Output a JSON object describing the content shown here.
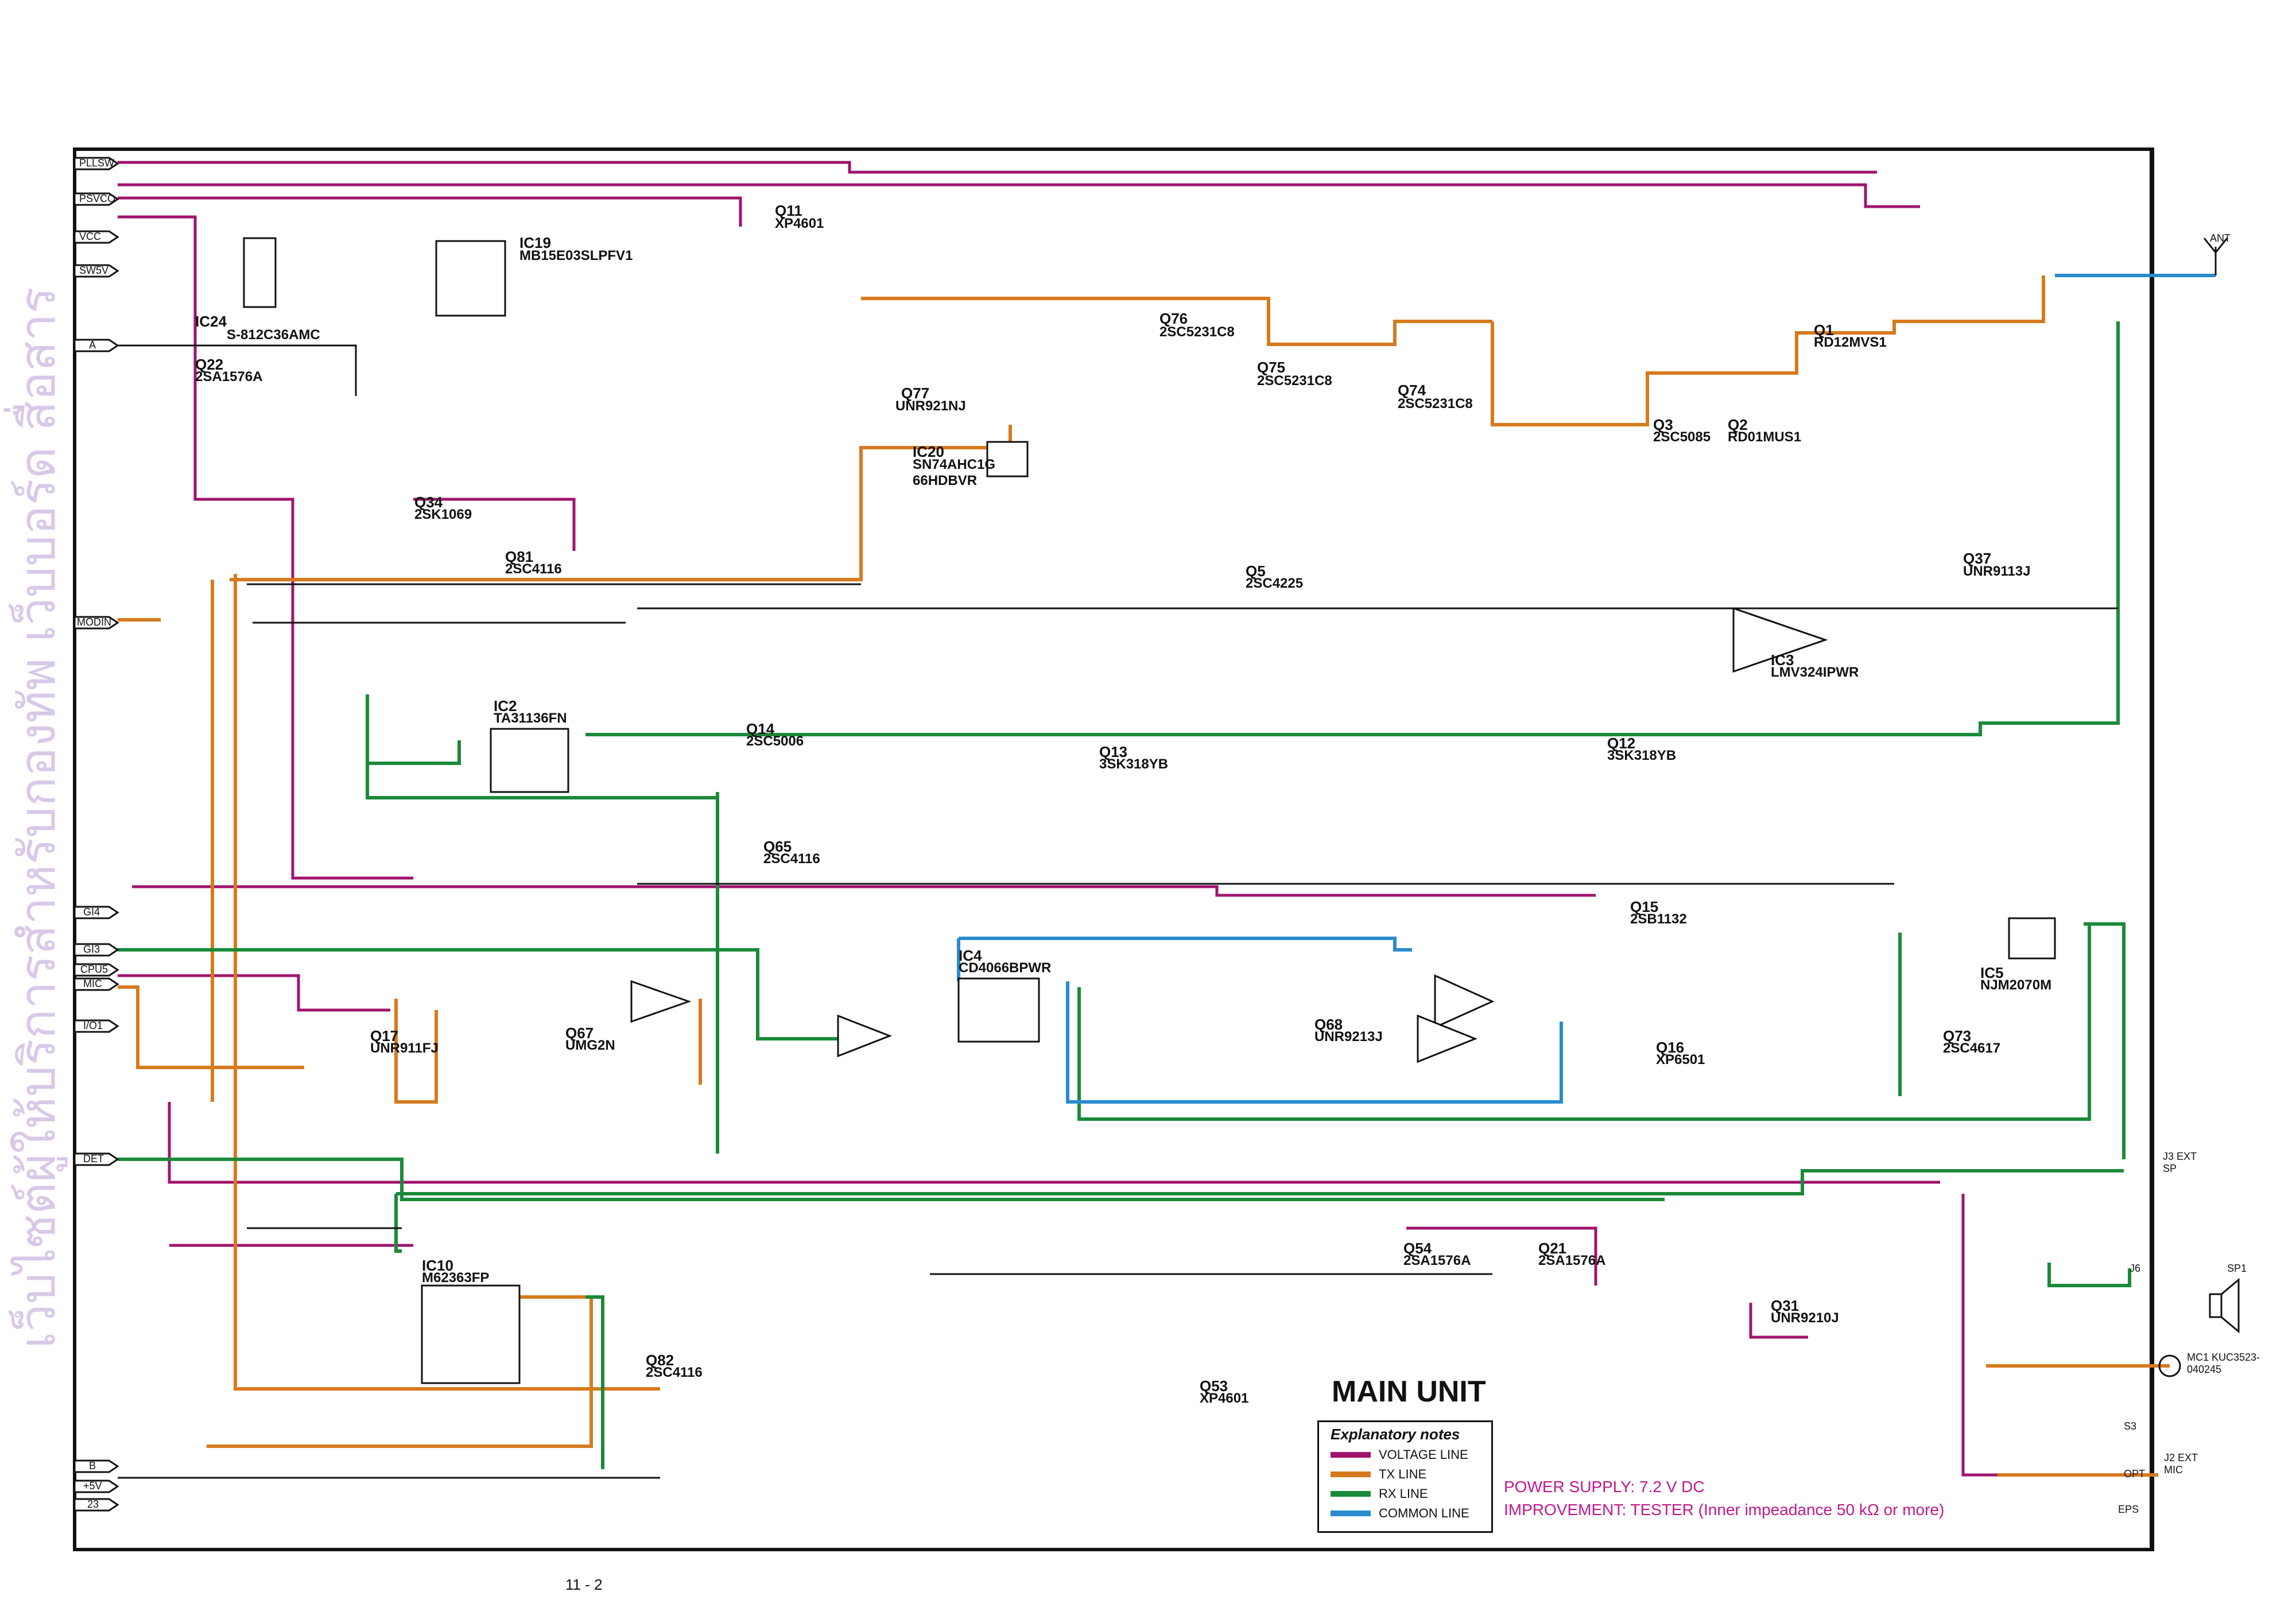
{
  "title": "MAIN UNIT",
  "page_number": "11 - 2",
  "watermark": "เว็บไซต์ผู้ให้บริการสำหรับกองทัพ เว็บบอร์ด สื่อสาร",
  "notes": {
    "power_supply": "POWER SUPPLY: 7.2 V DC",
    "improvement": "IMPROVEMENT: TESTER (Inner impeadance 50 kΩ or more)"
  },
  "legend": {
    "title": "Explanatory notes",
    "items": [
      {
        "label": "VOLTAGE LINE",
        "color": "#a0146e"
      },
      {
        "label": "TX LINE",
        "color": "#d77a1d"
      },
      {
        "label": "RX LINE",
        "color": "#1b8a3a"
      },
      {
        "label": "COMMON LINE",
        "color": "#2a8bd0"
      }
    ]
  },
  "colors": {
    "voltage": "#a0146e",
    "tx": "#d77a1d",
    "rx": "#1b8a3a",
    "common": "#2a8bd0",
    "annotation": "#c2188a",
    "frame": "#111111"
  },
  "left_connectors": [
    "PLLSW",
    "PSVCO",
    "VCC",
    "SW5V",
    "A",
    "MODIN",
    "GI4",
    "GI3",
    "CPU5",
    "MIC",
    "I/O1",
    "DET",
    "B",
    "+5V",
    "23"
  ],
  "right_connectors": [
    "ANT",
    "J3 EXT SP",
    "J6",
    "SP1",
    "MC1 KUC3523-040245",
    "J2 EXT MIC",
    "S3",
    "EPS",
    "OPT"
  ],
  "components": [
    {
      "ref": "IC19",
      "part": "MB15E03SLPFV1"
    },
    {
      "ref": "IC24",
      "part": "S-812C36AMC"
    },
    {
      "ref": "Q22",
      "part": "2SA1576A"
    },
    {
      "ref": "Q11",
      "part": "XP4601"
    },
    {
      "ref": "Q77",
      "part": "UNR921NJ"
    },
    {
      "ref": "Q76",
      "part": "2SC5231C8"
    },
    {
      "ref": "Q75",
      "part": "2SC5231C8"
    },
    {
      "ref": "Q74",
      "part": "2SC5231C8"
    },
    {
      "ref": "IC20",
      "part": "SN74AHC1G 66HDBVR"
    },
    {
      "ref": "Q34",
      "part": "2SK1069"
    },
    {
      "ref": "Q81",
      "part": "2SC4116"
    },
    {
      "ref": "Q5",
      "part": "2SC4225"
    },
    {
      "ref": "Q3",
      "part": "2SC5085"
    },
    {
      "ref": "Q2",
      "part": "RD01MUS1"
    },
    {
      "ref": "Q1",
      "part": "RD12MVS1"
    },
    {
      "ref": "Q37",
      "part": "UNR9113J"
    },
    {
      "ref": "IC3",
      "part": "LMV324IPWR"
    },
    {
      "ref": "IC2",
      "part": "TA31136FN"
    },
    {
      "ref": "Q14",
      "part": "2SC5006"
    },
    {
      "ref": "Q13",
      "part": "3SK318YB"
    },
    {
      "ref": "Q12",
      "part": "3SK318YB"
    },
    {
      "ref": "Q65",
      "part": "2SC4116"
    },
    {
      "ref": "IC4",
      "part": "CD4066BPWR"
    },
    {
      "ref": "Q67",
      "part": "UMG2N"
    },
    {
      "ref": "Q17",
      "part": "UNR911FJ"
    },
    {
      "ref": "Q68",
      "part": "UNR9213J"
    },
    {
      "ref": "Q15",
      "part": "2SB1132"
    },
    {
      "ref": "Q16",
      "part": "XP6501"
    },
    {
      "ref": "IC5",
      "part": "NJM2070M"
    },
    {
      "ref": "Q73",
      "part": "2SC4617"
    },
    {
      "ref": "IC10",
      "part": "M62363FP"
    },
    {
      "ref": "Q82",
      "part": "2SC4116"
    },
    {
      "ref": "Q53",
      "part": "XP4601"
    },
    {
      "ref": "Q54",
      "part": "2SA1576A"
    },
    {
      "ref": "Q21",
      "part": "2SA1576A"
    },
    {
      "ref": "Q31",
      "part": "UNR9210J"
    }
  ]
}
